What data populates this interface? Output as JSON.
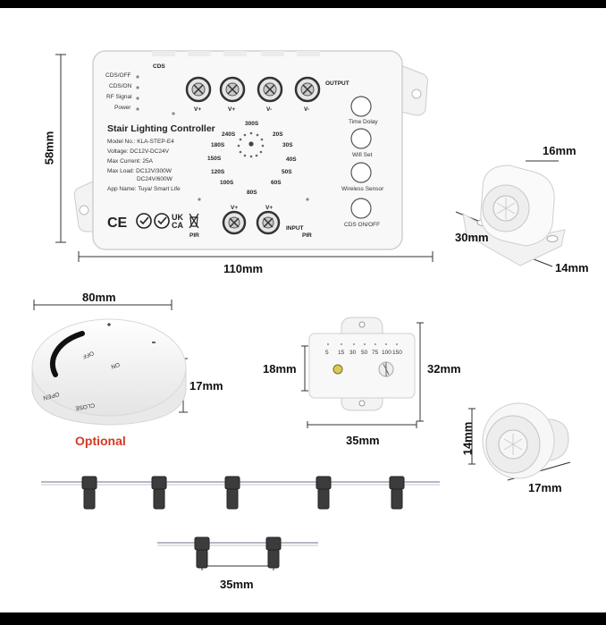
{
  "dimensions": {
    "controller_height": "58mm",
    "controller_width": "110mm",
    "pir_height": "16mm",
    "pir_width": "30mm",
    "pir_depth": "14mm",
    "remote_diameter": "80mm",
    "remote_thickness": "17mm",
    "module_height": "18mm",
    "module_width": "35mm",
    "module_height_outer": "32mm",
    "mini_pir_height": "14mm",
    "mini_pir_width": "17mm",
    "connector_spacing": "35mm"
  },
  "optional_label": "Optional",
  "controller": {
    "title": "Stair Lighting Controller",
    "cds_label": "CDS",
    "indicators": [
      "CDS/OFF",
      "CDS/ON",
      "RF Signal",
      "Power"
    ],
    "output_label": "OUTPUT",
    "input_label": "INPUT",
    "terminal_top": [
      "V+",
      "V+",
      "V-",
      "V-"
    ],
    "terminal_bottom": [
      "V+",
      "V+"
    ],
    "pir_left": "PIR",
    "pir_right": "PIR",
    "specs": [
      "Model No.: KLA-STEP-E4",
      "Voltage: DC12V-DC24V",
      "Max Current: 25A",
      "Max Load: DC12V/300W",
      "DC24V/600W",
      "App Name: Tuya/ Smart Life"
    ],
    "buttons": [
      "Time Dolay",
      "Wifi Set",
      "Wireless Sensor",
      "CDS ON/OFF"
    ],
    "dial_labels": [
      "300S",
      "20S",
      "30S",
      "40S",
      "50S",
      "60S",
      "80S",
      "100S",
      "120S",
      "150S",
      "180S",
      "240S"
    ]
  },
  "remote": {
    "on_label": "ON",
    "off_label": "OFF",
    "open_label": "OPEN",
    "close_label": "CLOSE"
  },
  "module": {
    "scale": [
      "5",
      "15",
      "30",
      "50",
      "75",
      "100",
      "150"
    ]
  }
}
